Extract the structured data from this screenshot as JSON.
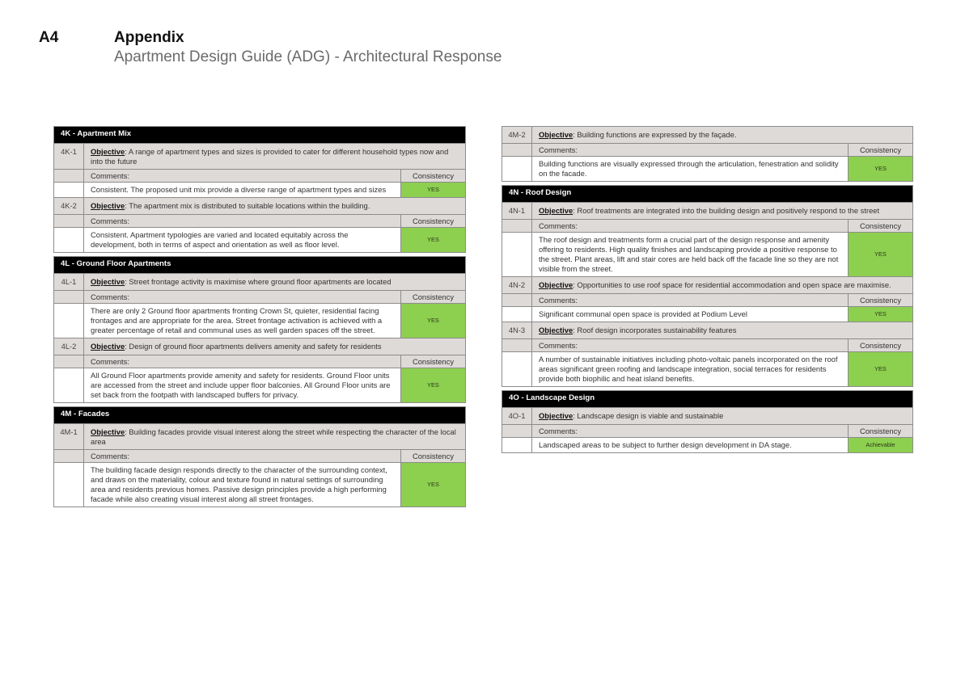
{
  "header": {
    "page_code": "A4",
    "title": "Appendix",
    "subtitle": "Apartment Design Guide (ADG) - Architectural Response"
  },
  "labels": {
    "objective": "Objective",
    "comments": "Comments:",
    "consistency": "Consistency"
  },
  "colors": {
    "section_header_bg": "#000000",
    "row_grey": "#dedad8",
    "consistency_green": "#8dcf4f",
    "border": "#8c8c8c"
  },
  "left_column": [
    {
      "section": "4K - Apartment Mix",
      "items": [
        {
          "id": "4K-1",
          "objective": ": A range of apartment types and sizes is provided to cater for different household types now and into the future",
          "comment": "Consistent. The proposed unit mix provide a diverse range of apartment types and sizes",
          "consistency": "YES"
        },
        {
          "id": "4K-2",
          "objective": ": The apartment mix is distributed to suitable locations within the building.",
          "comment": "Consistent. Apartment typologies are varied and located equitably across the development, both in terms of aspect and orientation as well as floor level.",
          "consistency": "YES"
        }
      ]
    },
    {
      "section": "4L - Ground Floor Apartments",
      "items": [
        {
          "id": "4L-1",
          "objective": ": Street frontage activity is maximise where ground floor apartments are located",
          "comment": "There are only 2 Ground floor apartments fronting Crown St, quieter, residential facing frontages and are appropriate for the area.  Street frontage activation is achieved with a greater percentage of retail and communal uses as well garden spaces off the street.",
          "consistency": "YES"
        },
        {
          "id": "4L-2",
          "objective": ": Design of ground floor apartments delivers amenity and safety for residents",
          "comment": "All Ground Floor apartments provide amenity and safety for residents. Ground Floor units are accessed from the street and include upper floor balconies. All Ground Floor units are set back from the footpath with landscaped buffers for privacy.",
          "consistency": "YES"
        }
      ]
    },
    {
      "section": "4M - Facades",
      "items": [
        {
          "id": "4M-1",
          "objective": ": Building facades provide visual interest along the street while respecting the character of the local area",
          "comment": "The building facade design responds directly to the character of the surrounding context, and draws on the materiality, colour and texture found in natural settings of surrounding area and residents previous homes.  Passive design principles provide a high performing facade while also creating visual interest along all street frontages.",
          "consistency": "YES"
        }
      ]
    }
  ],
  "right_column": [
    {
      "section": null,
      "items": [
        {
          "id": "4M-2",
          "objective": ": Building functions are expressed by the façade.",
          "comment": "Building functions are visually expressed through the articulation, fenestration and solidity on the facade.",
          "consistency": "YES"
        }
      ]
    },
    {
      "section": "4N - Roof Design",
      "items": [
        {
          "id": "4N-1",
          "objective": ": Roof treatments are integrated into the building design and positively respond to the street",
          "comment": "The roof design and treatments form a crucial part of the design response and amenity offering to residents. High quality finishes and landscaping provide a positive response to the street.  Plant areas, lift and stair cores are held back off the facade line so they are not visible from the street.",
          "consistency": "YES"
        },
        {
          "id": "4N-2",
          "objective": ": Opportunities to use roof space for residential accommodation and open space are maximise.",
          "comment": "Significant communal open space is provided at Podium Level",
          "consistency": "YES"
        },
        {
          "id": "4N-3",
          "objective": ": Roof design incorporates sustainability features",
          "comment": "A number of sustainable initiatives including photo-voltaic panels incorporated on the roof areas significant green roofing and landscape integration, social terraces for residents provide both biophilic and heat island benefits.",
          "consistency": "YES"
        }
      ]
    },
    {
      "section": "4O - Landscape Design",
      "items": [
        {
          "id": "4O-1",
          "objective": ": Landscape design is viable and sustainable",
          "comment": "Landscaped areas to be subject to further design development in DA stage.",
          "consistency": "Achievable"
        }
      ]
    }
  ]
}
